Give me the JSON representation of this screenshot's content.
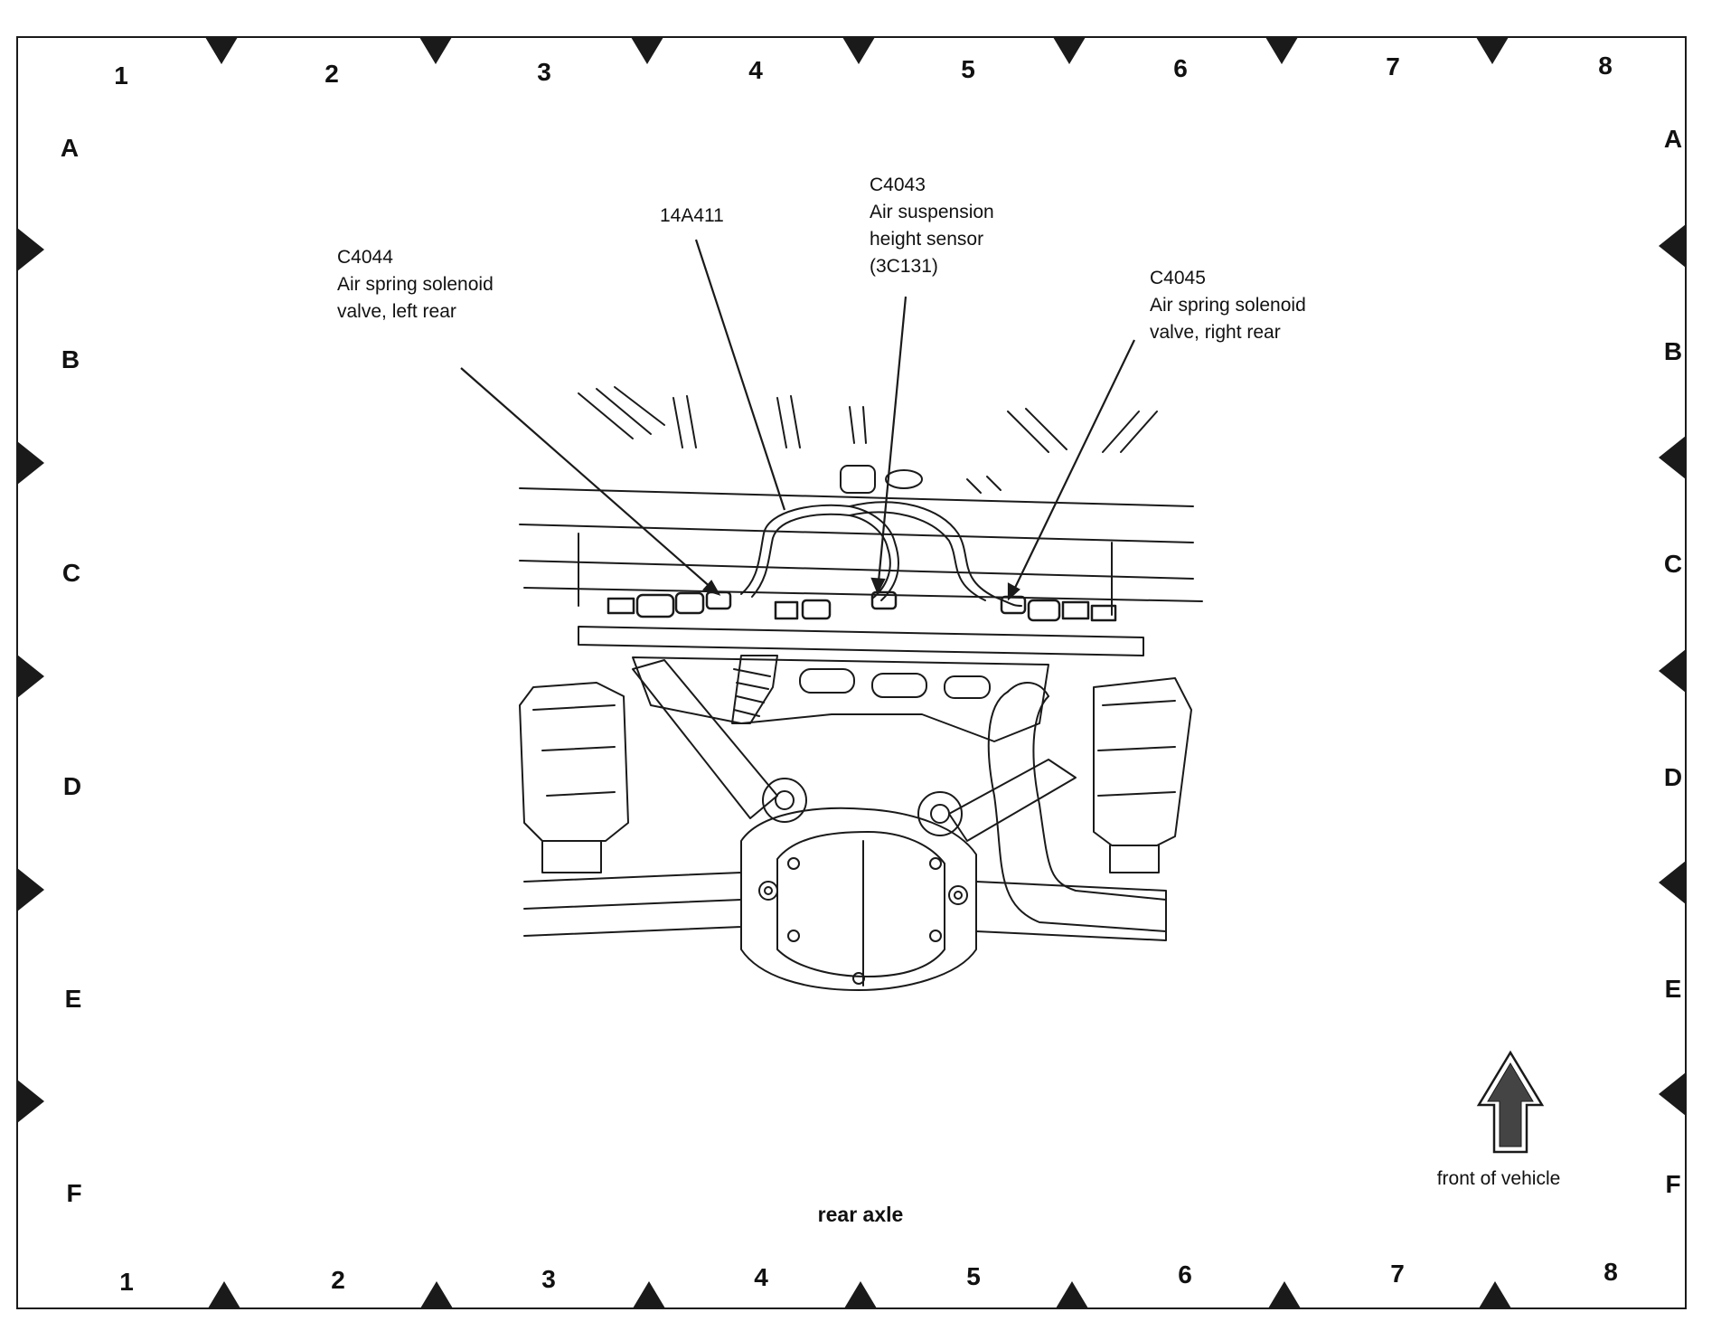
{
  "grid": {
    "columns": [
      "1",
      "2",
      "3",
      "4",
      "5",
      "6",
      "7",
      "8"
    ],
    "rows": [
      "A",
      "B",
      "C",
      "D",
      "E",
      "F"
    ]
  },
  "callouts": {
    "c4044": {
      "code": "C4044",
      "line1": "Air spring solenoid",
      "line2": "valve, left rear"
    },
    "harness": {
      "code": "14A411"
    },
    "c4043": {
      "code": "C4043",
      "line1": "Air suspension",
      "line2": "height sensor",
      "line3": "(3C131)"
    },
    "c4045": {
      "code": "C4045",
      "line1": "Air spring solenoid",
      "line2": "valve, right rear"
    }
  },
  "captions": {
    "rear_axle": "rear axle",
    "front_of_vehicle": "front of vehicle"
  },
  "icons": {
    "direction_arrow": "up-arrow-icon"
  },
  "colors": {
    "line": "#1a1a1a",
    "marker": "#1a1a1a",
    "arrow_fill": "#444444"
  }
}
